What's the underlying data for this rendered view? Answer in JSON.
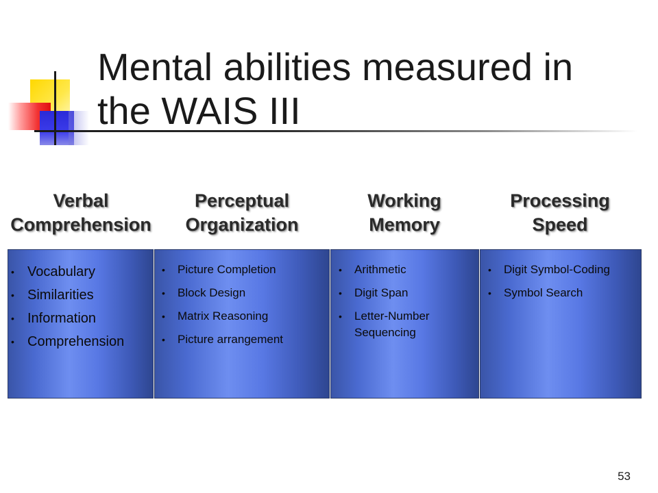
{
  "slide": {
    "title": "Mental abilities measured in the WAIS III",
    "page_number": "53"
  },
  "categories": [
    {
      "heading_line1": "Verbal",
      "heading_line2": "Comprehension",
      "items": [
        "Vocabulary",
        "Similarities",
        "Information",
        "Comprehension"
      ]
    },
    {
      "heading_line1": "Perceptual",
      "heading_line2": "Organization",
      "items": [
        "Picture Completion",
        "Block Design",
        "Matrix Reasoning",
        "Picture arrangement"
      ]
    },
    {
      "heading_line1": "Working",
      "heading_line2": "Memory",
      "items": [
        "Arithmetic",
        "Digit Span",
        "Letter-Number Sequencing"
      ]
    },
    {
      "heading_line1": "Processing",
      "heading_line2": "Speed",
      "items": [
        "Digit Symbol-Coding",
        "Symbol Search"
      ]
    }
  ],
  "bullet_glyph": "•",
  "colors": {
    "box_blue": "#4a6ad0",
    "logo_yellow": "#ffd800",
    "logo_red": "#f23030",
    "logo_blue": "#2a2ad8"
  }
}
